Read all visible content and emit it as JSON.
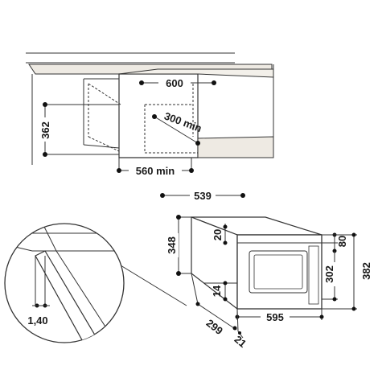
{
  "colors": {
    "line": "#333333",
    "text": "#1a1a1a",
    "panel": "#eeeae3"
  },
  "cabinet": {
    "width": "600",
    "height": "362",
    "depth": "300 min",
    "niche_width": "560 min"
  },
  "oven": {
    "width": "539",
    "front_width": "595",
    "depth": "299",
    "panel_offset": "21",
    "height_body": "348",
    "height_total": "382",
    "height_front": "302",
    "top_offset": "20",
    "top_gap": "80",
    "bottom_offset": "14"
  },
  "detail": {
    "thickness": "1,40"
  }
}
